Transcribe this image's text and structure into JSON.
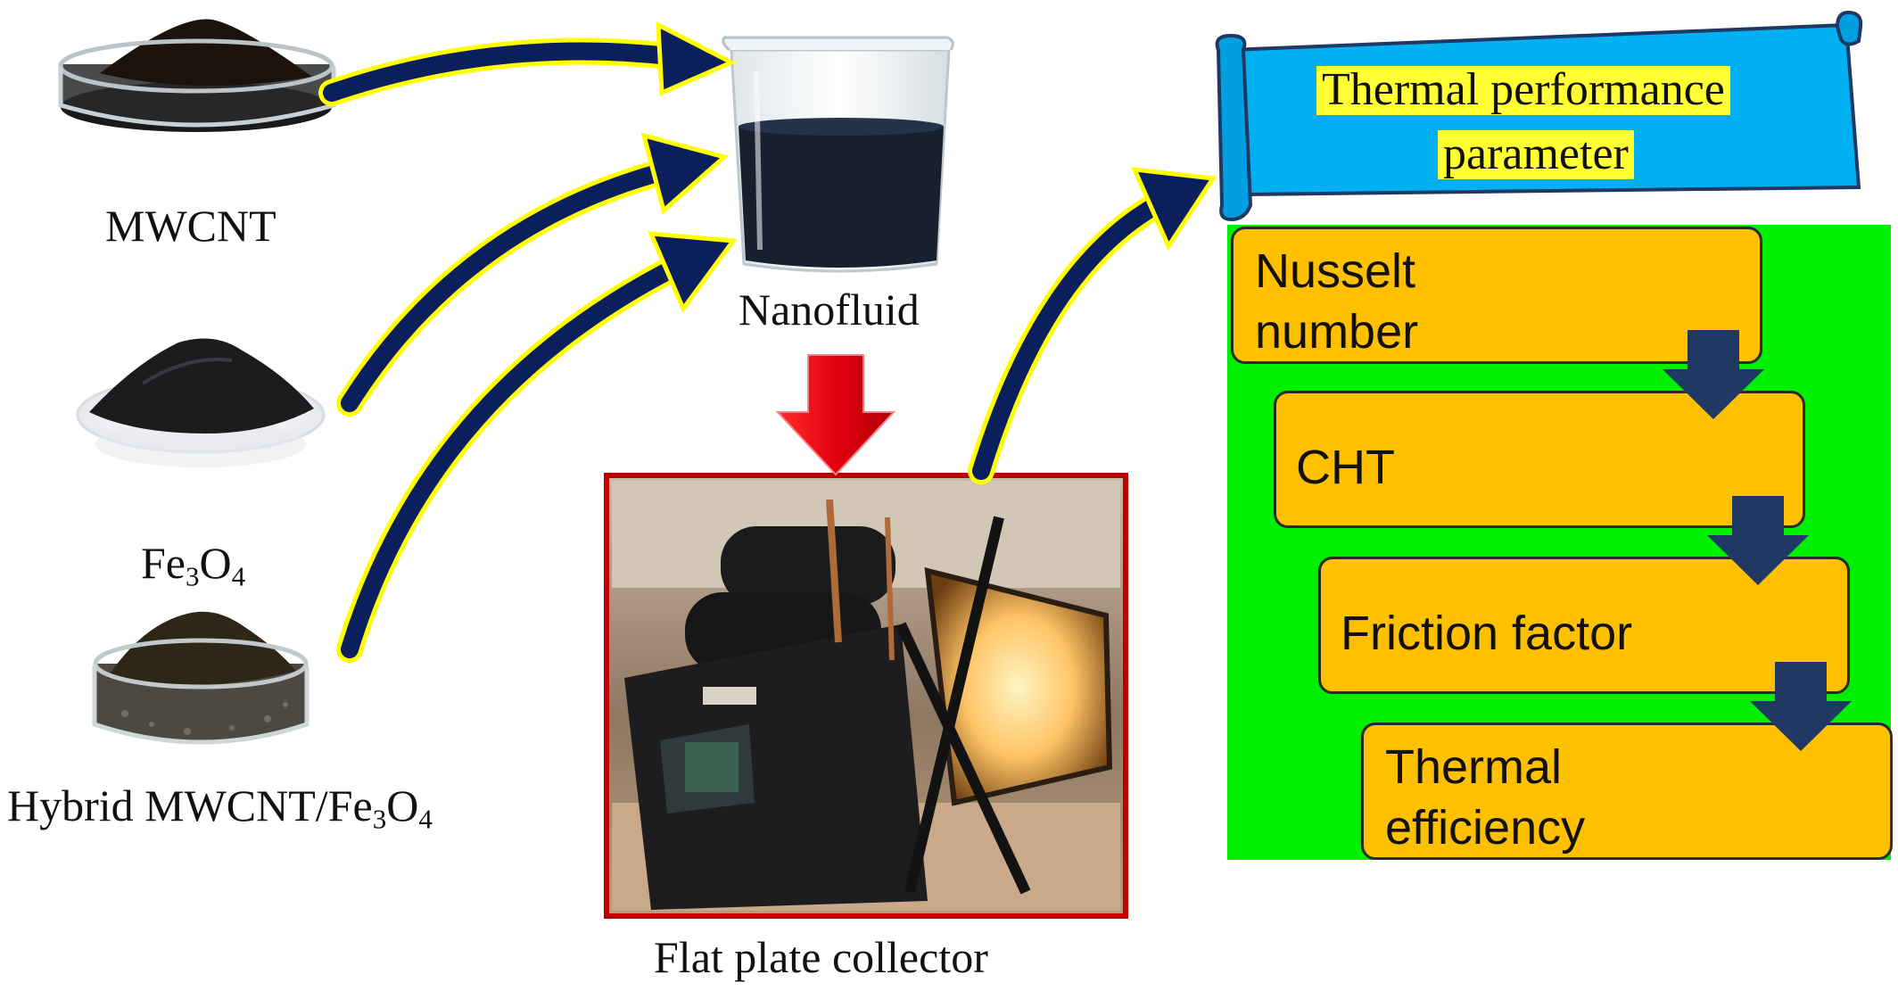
{
  "materials": {
    "mwcnt_label": "MWCNT",
    "fe_label_base": "Fe",
    "fe_sub1": "3",
    "fe_mid": "O",
    "fe_sub2": "4",
    "hybrid_label_base": "Hybrid MWCNT/Fe",
    "hybrid_sub1": "3",
    "hybrid_mid": "O",
    "hybrid_sub2": "4"
  },
  "center": {
    "nanofluid_label": "Nanofluid",
    "collector_label": "Flat plate collector"
  },
  "parameters": {
    "banner_line1": "Thermal performance",
    "banner_line2": "parameter",
    "steps": [
      {
        "line1": "Nusselt",
        "line2": "number"
      },
      {
        "line1": "CHT"
      },
      {
        "line1": "Friction factor"
      },
      {
        "line1": "Thermal",
        "line2": "efficiency"
      }
    ]
  },
  "colors": {
    "arrow_fill": "#0a1f5c",
    "arrow_outline": "#ffff00",
    "down_arrow": "#e3000f",
    "banner_fill": "#00b0f0",
    "panel_green": "#00ee00",
    "step_fill": "#ffc000",
    "step_arrow": "#1f3864",
    "photo_border": "#c00000"
  }
}
